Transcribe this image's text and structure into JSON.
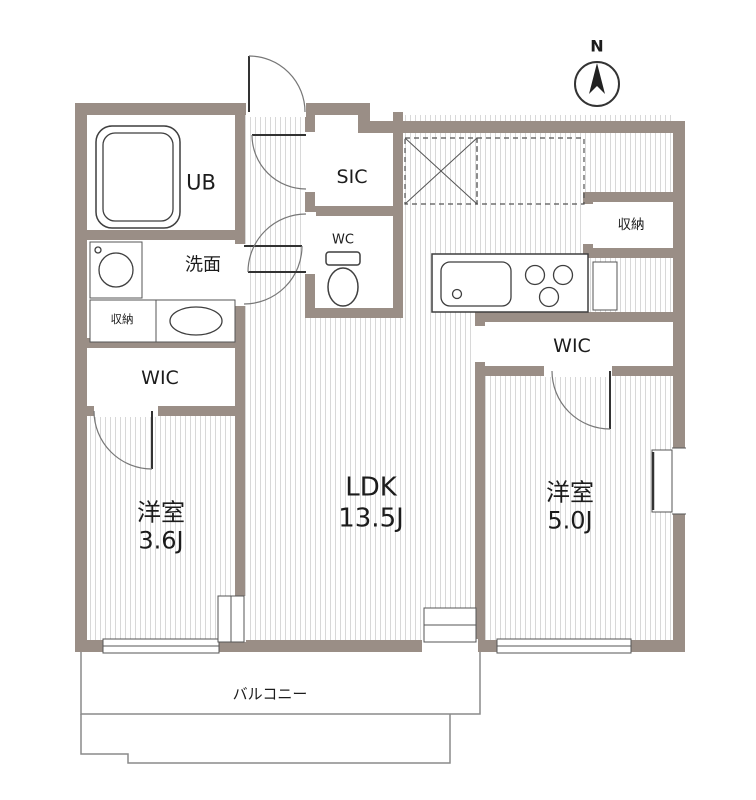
{
  "compass": {
    "north_label": "N"
  },
  "rooms": {
    "ldk": {
      "name": "LDK",
      "size": "13.5J"
    },
    "bedroom_left": {
      "name": "洋室",
      "size": "3.6J"
    },
    "bedroom_right": {
      "name": "洋室",
      "size": "5.0J"
    },
    "unit_bath": {
      "name": "UB"
    },
    "washroom": {
      "name": "洗面"
    },
    "washroom_storage": {
      "name": "収納"
    },
    "wic_left": {
      "name": "WIC"
    },
    "shoe_closet": {
      "name": "SIC"
    },
    "toilet": {
      "name": "WC"
    },
    "storage_right": {
      "name": "収納"
    },
    "wic_right": {
      "name": "WIC"
    },
    "balcony": {
      "name": "バルコニー"
    }
  },
  "colors": {
    "wall": "#9a8e86",
    "line": "#3f3f3f",
    "hatch": "#d8d8d8"
  }
}
